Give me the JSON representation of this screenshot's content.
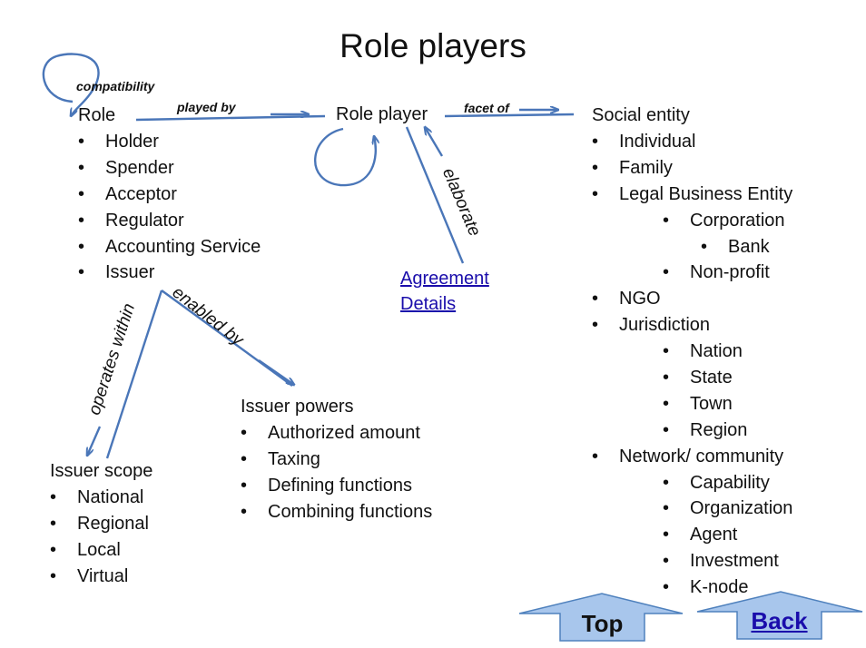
{
  "title": "Role players",
  "role": {
    "header": "Role",
    "items": [
      "Holder",
      "Spender",
      "Acceptor",
      "Regulator",
      "Accounting Service",
      "Issuer"
    ]
  },
  "role_player": "Role player",
  "social_entity": {
    "header": "Social entity",
    "items": [
      {
        "text": "Individual",
        "level": 0
      },
      {
        "text": "Family",
        "level": 0
      },
      {
        "text": "Legal Business Entity",
        "level": 0
      },
      {
        "text": "Corporation",
        "level": 1
      },
      {
        "text": "Bank",
        "level": 2
      },
      {
        "text": "Non-profit",
        "level": 1
      },
      {
        "text": "NGO",
        "level": 0
      },
      {
        "text": "Jurisdiction",
        "level": 0
      },
      {
        "text": "Nation",
        "level": 1
      },
      {
        "text": "State",
        "level": 1
      },
      {
        "text": "Town",
        "level": 1
      },
      {
        "text": "Region",
        "level": 1
      },
      {
        "text": "Network/ community",
        "level": 0
      },
      {
        "text": "Capability",
        "level": 1
      },
      {
        "text": "Organization",
        "level": 1
      },
      {
        "text": "Agent",
        "level": 1
      },
      {
        "text": "Investment",
        "level": 1
      },
      {
        "text": "K-node",
        "level": 1
      }
    ]
  },
  "issuer_powers": {
    "header": "Issuer powers",
    "items": [
      "Authorized amount",
      "Taxing",
      "Defining functions",
      "Combining functions"
    ]
  },
  "issuer_scope": {
    "header": "Issuer scope",
    "items": [
      "National",
      "Regional",
      "Local",
      "Virtual"
    ]
  },
  "agreement_link": {
    "line1": "Agreement",
    "line2": "Details"
  },
  "edges": {
    "compatibility": "compatibility",
    "played_by": "played by",
    "facet_of": "facet of",
    "elaborate": "elaborate",
    "enabled_by": "enabled by",
    "operates_within": "operates within"
  },
  "bullet": "•",
  "nav": {
    "top": "Top",
    "back": "Back"
  },
  "colors": {
    "arrow": "#4a76b8",
    "nav_fill": "#a8c6ec",
    "nav_stroke": "#4f81bd",
    "link": "#1a0dab"
  }
}
